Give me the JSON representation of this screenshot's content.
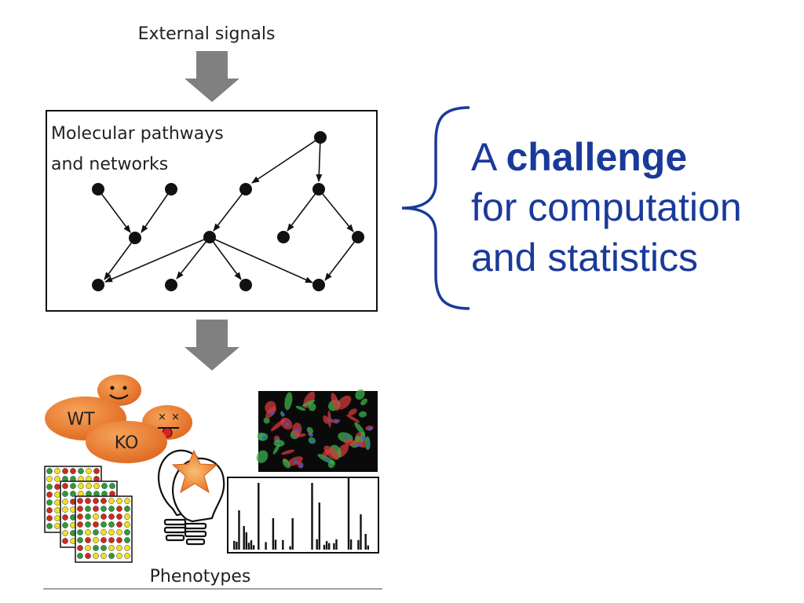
{
  "top_label": "External signals",
  "box_label_line1": "Molecular pathways",
  "box_label_line2": "and networks",
  "challenge": {
    "word_a": "A",
    "word_bold": "challenge",
    "line2": "for computation",
    "line3": "and statistics"
  },
  "wt_label": "WT",
  "ko_label": "KO",
  "bottom_label": "Phenotypes",
  "colors": {
    "accent_blue": "#1a3a9a",
    "arrow_gray": "#808080",
    "cell_orange": "#e8742a",
    "microarray_red": "#cc2a1e",
    "microarray_green": "#2d9a3a",
    "microarray_yellow": "#f2e020"
  }
}
